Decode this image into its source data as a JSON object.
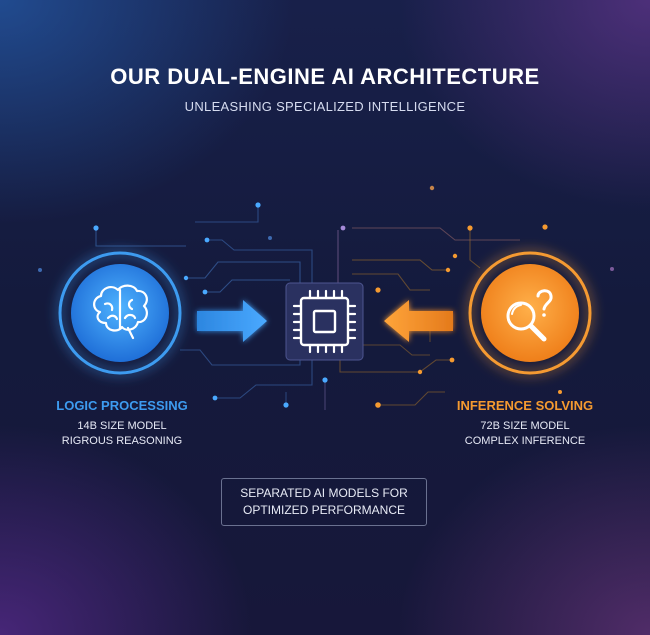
{
  "header": {
    "title": "OUR DUAL-ENGINE AI ARCHITECTURE",
    "subtitle": "UNLEASHING SPECIALIZED INTELLIGENCE"
  },
  "left_engine": {
    "title": "LOGIC PROCESSING",
    "line1": "14B SIZE MODEL",
    "line2": "RIGROUS REASONING",
    "icon": "brain-icon",
    "color": "#3d9bf0"
  },
  "right_engine": {
    "title": "INFERENCE SOLVING",
    "line1": "72B SIZE MODEL",
    "line2": "COMPLEX INFERENCE",
    "icon": "magnifier-question-icon",
    "color": "#f59a30"
  },
  "center": {
    "icon": "cpu-chip-icon"
  },
  "note": {
    "line1": "SEPARATED AI MODELS FOR",
    "line2": "OPTIMIZED PERFORMANCE"
  },
  "colors": {
    "background": "#141a3a",
    "blue_accent": "#3d9bf0",
    "orange_accent": "#f59a30"
  }
}
